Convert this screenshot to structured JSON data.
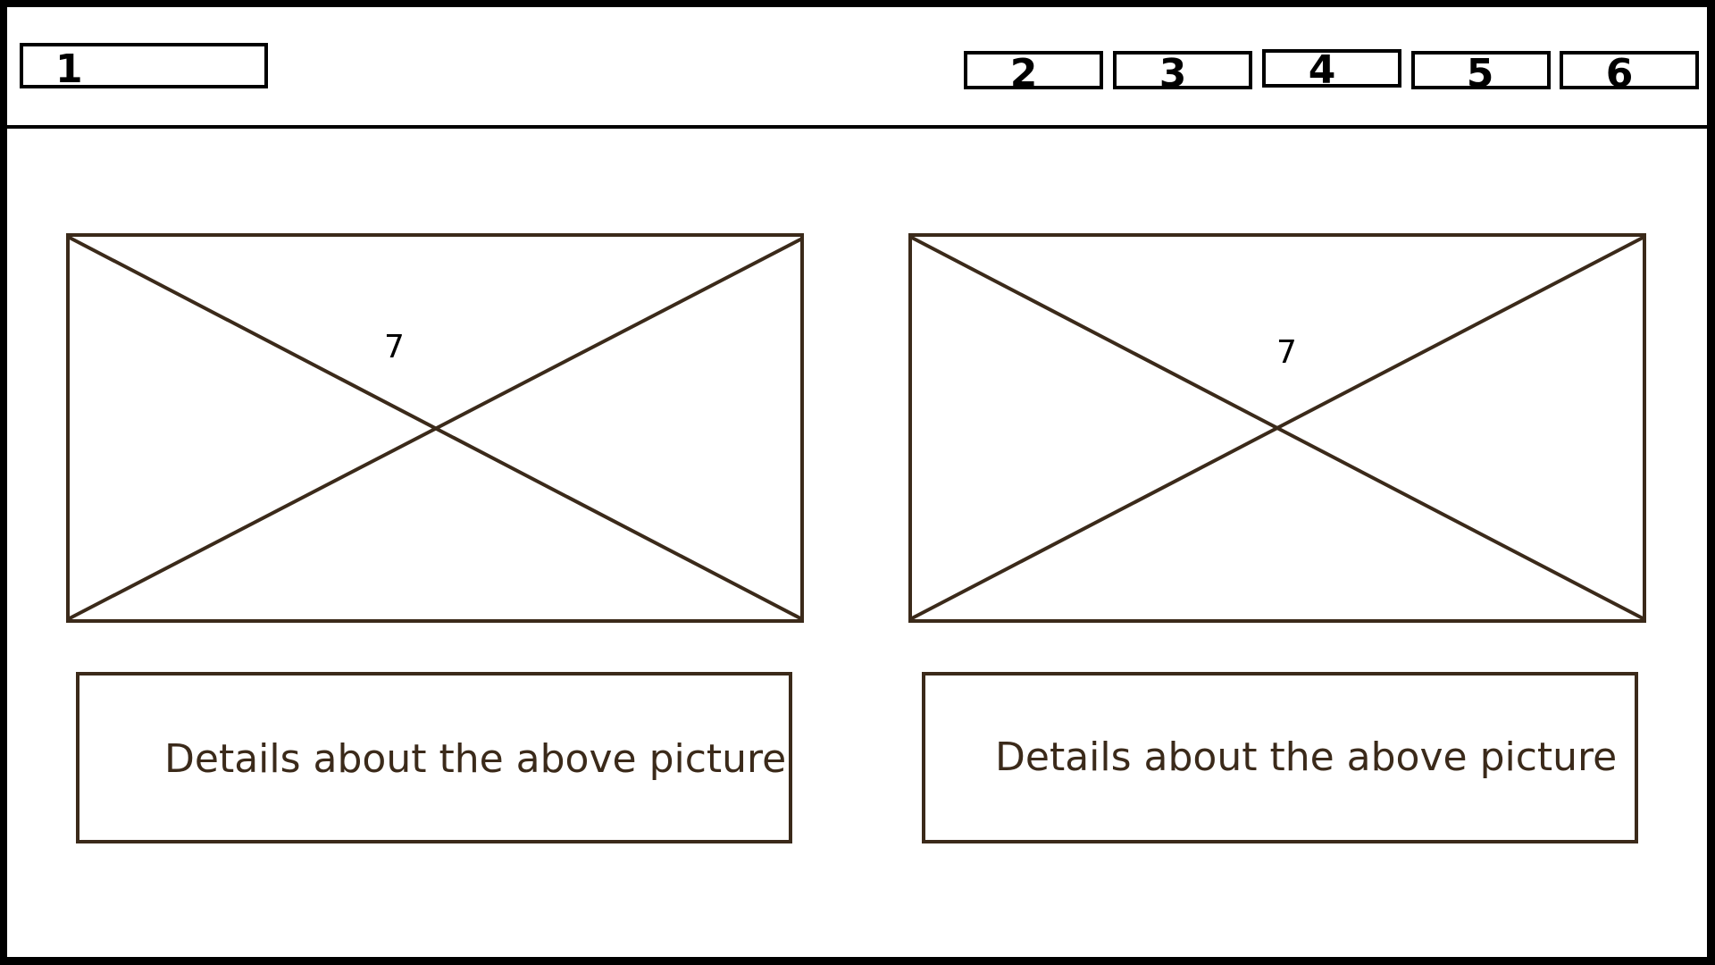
{
  "header": {
    "logo_box_label": "1",
    "nav_items": [
      {
        "label": "2"
      },
      {
        "label": "3"
      },
      {
        "label": "4"
      },
      {
        "label": "5"
      },
      {
        "label": "6"
      }
    ]
  },
  "main": {
    "cards": [
      {
        "image_label": "7",
        "caption": "Details about the above picture"
      },
      {
        "image_label": "7",
        "caption": "Details about the above picture"
      }
    ]
  },
  "colors": {
    "frame": "#000000",
    "placeholder_stroke": "#3b2a1a",
    "caption_text": "#3b2a1a",
    "background": "#ffffff"
  }
}
